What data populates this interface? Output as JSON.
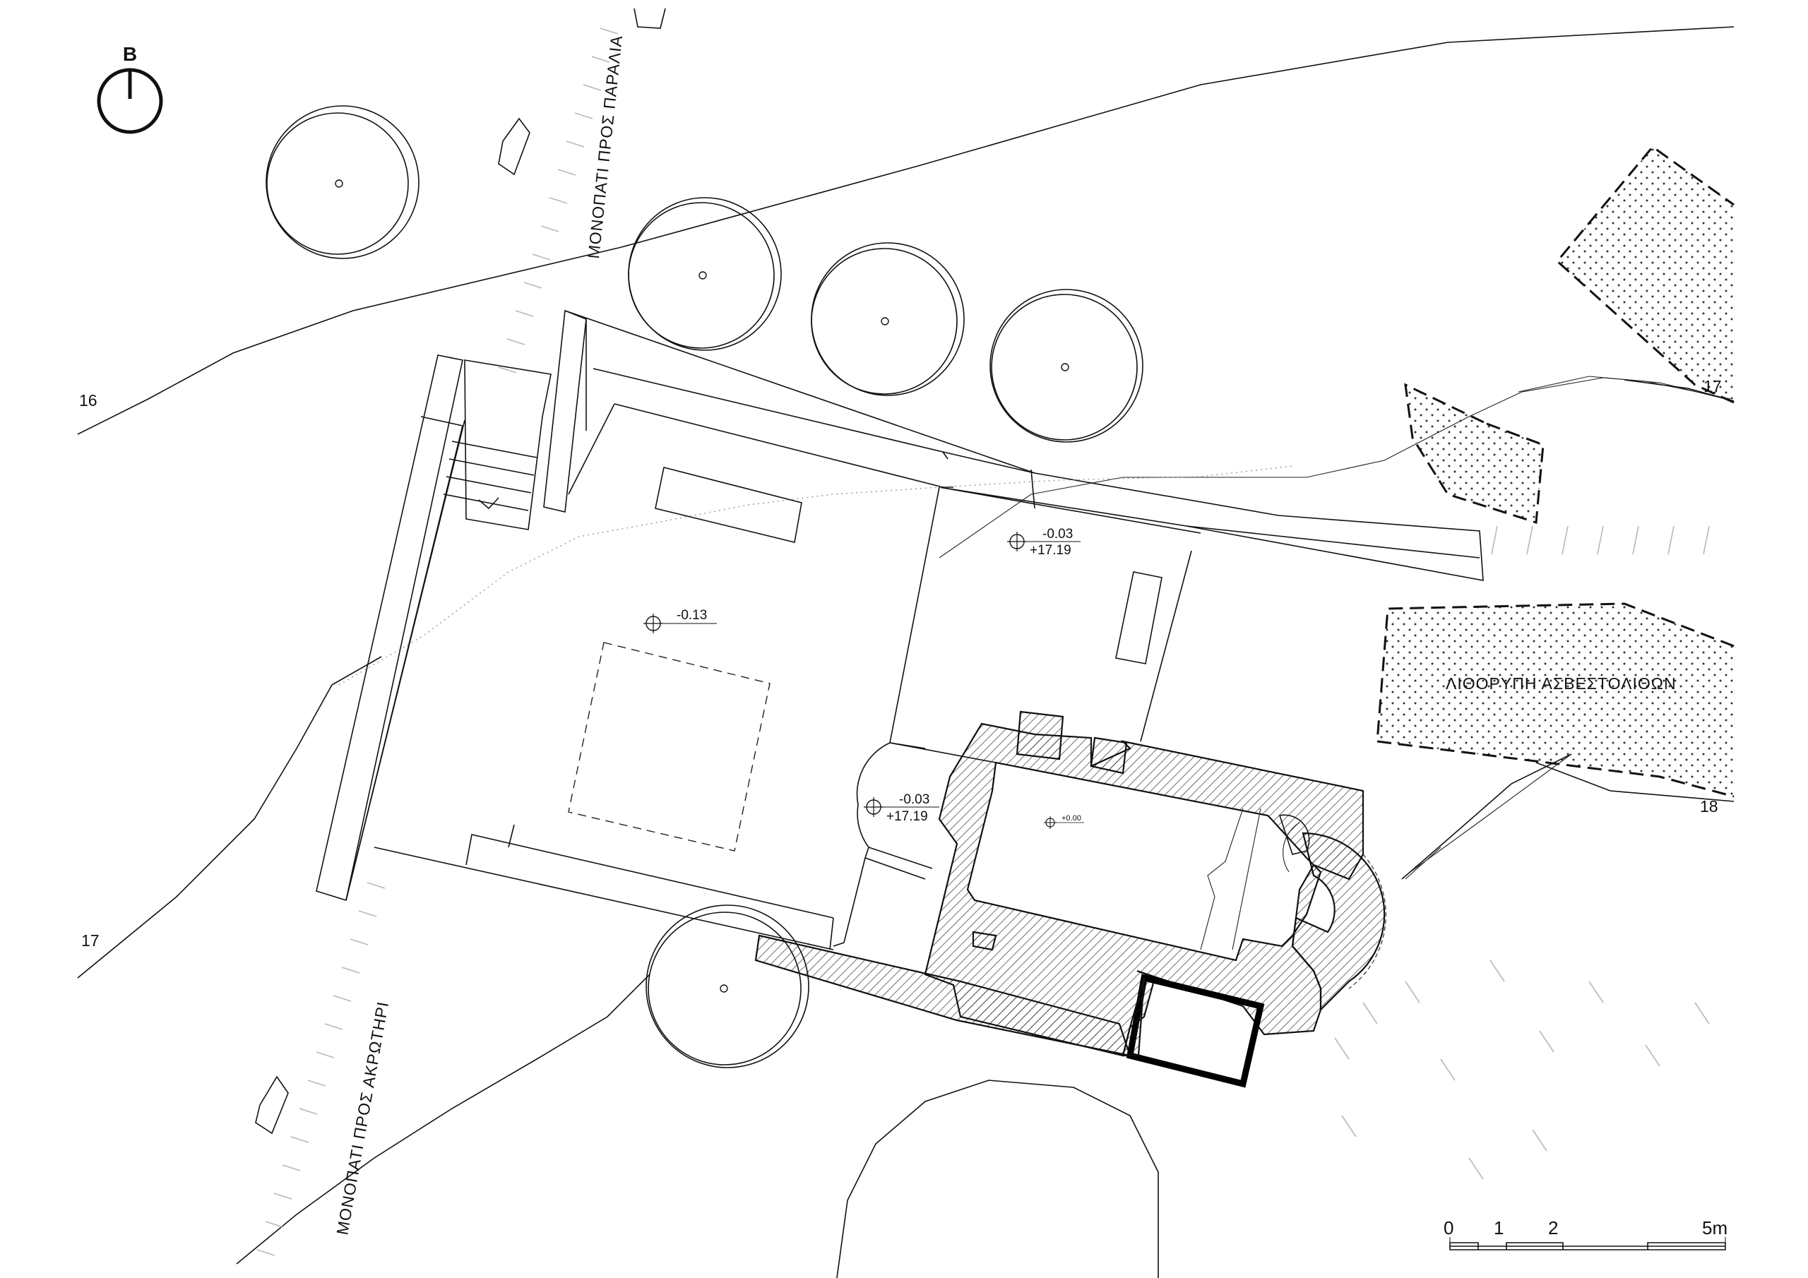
{
  "north_arrow": {
    "letter": "B"
  },
  "paths": {
    "to_beach": "ΜΟΝΟΠΑΤΙ ΠΡΟΣ ΠΑΡΑΛΙΑ",
    "to_cape": "ΜΟΝΟΠΑΤΙ ΠΡΟΣ ΑΚΡΩΤΗΡΙ"
  },
  "quarry_label": "ΛΙΘΟΡΥΠΗ ΑΣΒΕΣΤΟΛΙΘΩΝ",
  "contours": {
    "c16_left": "16",
    "c17_left": "17",
    "c17_right": "17",
    "c18_right": "18"
  },
  "levels": {
    "east_court_rel": "-0.03",
    "east_court_abs": "+17.19",
    "main_court": "-0.13",
    "narthex_rel": "-0.03",
    "narthex_abs": "+17.19",
    "church": "+0.00"
  },
  "scale_bar": {
    "ticks": [
      "0",
      "1",
      "2",
      "5m"
    ]
  }
}
